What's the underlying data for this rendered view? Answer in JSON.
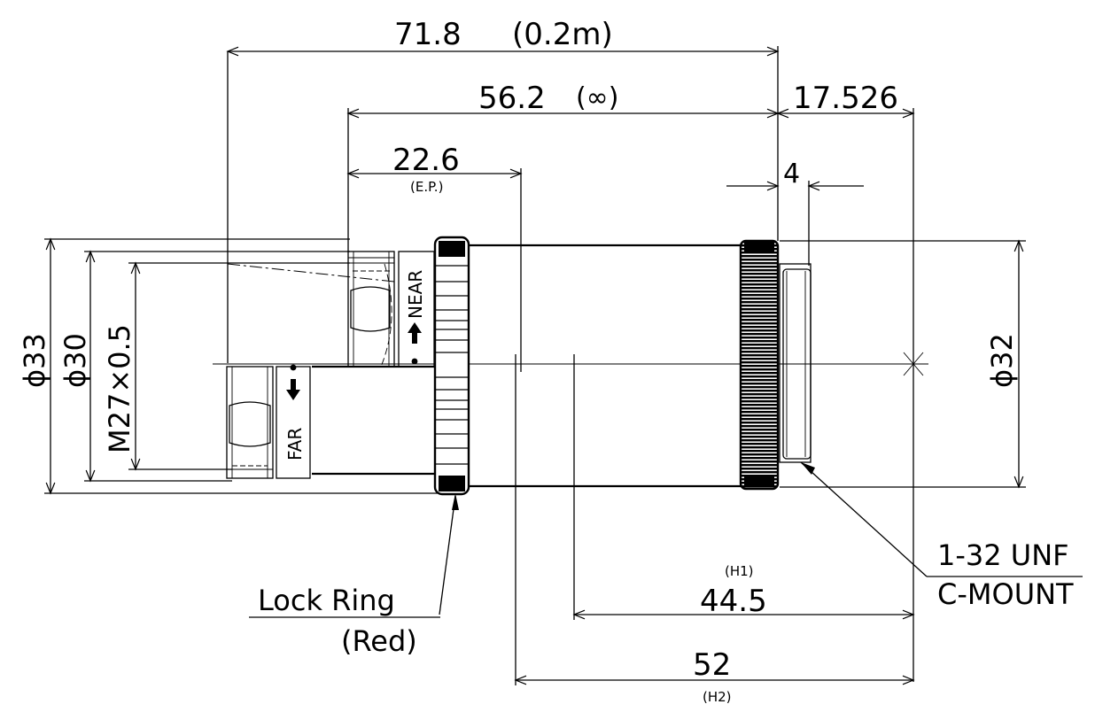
{
  "dims": {
    "d718": "71.8",
    "d718_sub": "(0.2m)",
    "d562": "56.2",
    "d562_sub": "(∞)",
    "d17526": "17.526",
    "d226": "22.6",
    "d226_sub": "(E.P.)",
    "d4": "4",
    "d445": "44.5",
    "d445_sub": "(H1)",
    "d52": "52",
    "d52_sub": "(H2)",
    "phi33": "ϕ33",
    "phi30": "ϕ30",
    "m27": "M27×0.5",
    "phi32": "ϕ32"
  },
  "labels": {
    "lock_ring": "Lock Ring",
    "lock_ring_sub": "(Red)",
    "mount_line1": "1-32 UNF",
    "mount_line2": "C-MOUNT",
    "near": "NEAR",
    "far": "FAR"
  }
}
